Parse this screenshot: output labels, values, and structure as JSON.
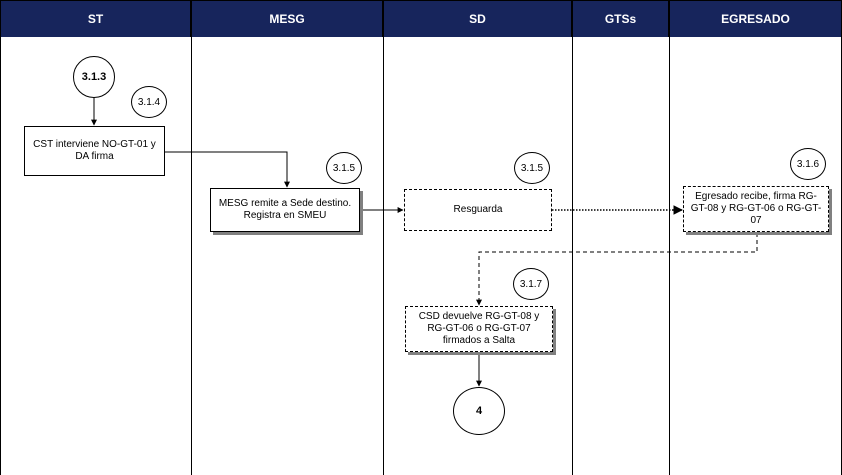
{
  "lanes": [
    {
      "name": "ST"
    },
    {
      "name": "MESG"
    },
    {
      "name": "SD"
    },
    {
      "name": "GTSs"
    },
    {
      "name": "EGRESADO"
    }
  ],
  "nodes": {
    "start_connector": "3.1.3",
    "end_connector": "4",
    "step_314": "3.1.4",
    "step_315a": "3.1.5",
    "step_315b": "3.1.5",
    "step_316": "3.1.6",
    "step_317": "3.1.7"
  },
  "boxes": {
    "cst_interviene": "CST interviene NO-GT-01 y DA firma",
    "mesg_remite": "MESG remite a Sede destino. Registra en SMEU",
    "resguarda": "Resguarda",
    "egresado_recibe": "Egresado recibe, firma RG-GT-08 y RG-GT-06 o RG-GT-07",
    "csd_devuelve": "CSD devuelve RG-GT-08 y RG-GT-06 o RG-GT-07 firmados a Salta"
  },
  "colors": {
    "header_bg": "#17255c",
    "header_text": "#ffffff",
    "line": "#000000"
  }
}
